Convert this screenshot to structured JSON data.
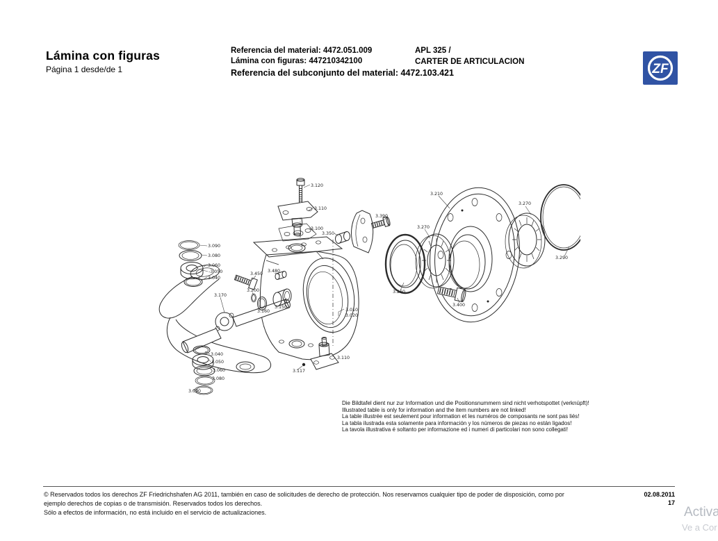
{
  "header": {
    "title": "Lámina con figuras",
    "subtitle": "Página 1 desde/de 1",
    "reference_lines": [
      "Referencia del material: 4472.051.009",
      "Lámina con figuras: 447210342100",
      "Referencia del subconjunto del material: 4472.103.421"
    ],
    "model": "APL 325 /",
    "component": "CARTER DE ARTICULACION",
    "logo": {
      "text": "ZF",
      "color": "#3053a4"
    }
  },
  "diagram": {
    "labels": [
      "3.120",
      "3.110",
      "3.100",
      "3.390",
      "3.350",
      "3.210",
      "3.270",
      "3.290",
      "3.270",
      "3.260",
      "3.400",
      "3.090",
      "3.080",
      "3.060",
      "-3.050",
      "3.040",
      "3.170",
      "3.450",
      "3.480",
      "3.200",
      "3.160",
      "3.150",
      "3.010",
      "3.020",
      "3.040",
      "3.050",
      "3.060",
      "3.080",
      "3.090",
      "3.110",
      "3.117"
    ]
  },
  "disclaimer": {
    "lines": [
      "Die Bildtafel dient nur zur Information und die Positionsnummern sind nicht verhotspottet (verknüpft)!",
      "Illustrated table is only for information and the item numbers are not linked!",
      "La table illustrée est seulement pour information et les numéros de composants ne sont pas liés!",
      "La tabla ilustrada esta solamente para información y los números de piezas no están ligados!",
      "La tavola illustrativa é soltanto per informazione ed i numeri di particolari non sono collegati!"
    ]
  },
  "footer": {
    "lines": [
      "© Reservados todos los derechos ZF Friedrichshafen AG 2011, también en caso de solicitudes de derecho de protección. Nos reservamos cualquier tipo de poder de disposición, como por",
      "ejemplo derechos de copias o de transmisión. Reservados todos los derechos.",
      "Sólo a efectos de información, no está incluido en el servicio de actualizaciones."
    ],
    "date": "02.08.2011",
    "page_number": "17"
  },
  "watermark": {
    "line1": "Activa",
    "line2": "Ve a Cor"
  }
}
